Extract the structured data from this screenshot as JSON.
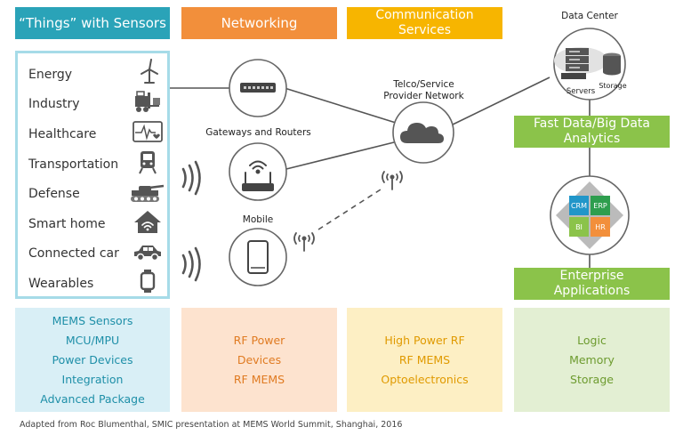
{
  "headers": {
    "things": "“Things” with Sensors",
    "networking": "Networking",
    "communication": "Communication Services",
    "fast_data": "Fast Data/Big Data Analytics",
    "enterprise": "Enterprise Applications"
  },
  "things": [
    {
      "label": "Energy",
      "icon": "wind-turbine-icon"
    },
    {
      "label": "Industry",
      "icon": "forklift-icon"
    },
    {
      "label": "Healthcare",
      "icon": "heart-monitor-icon"
    },
    {
      "label": "Transportation",
      "icon": "train-icon"
    },
    {
      "label": "Defense",
      "icon": "tank-icon"
    },
    {
      "label": "Smart home",
      "icon": "smart-home-icon"
    },
    {
      "label": "Connected car",
      "icon": "car-icon"
    },
    {
      "label": "Wearables",
      "icon": "smartwatch-icon"
    }
  ],
  "nodes": {
    "gateways": "Gateways and Routers",
    "mobile": "Mobile",
    "telco": "Telco/Service Provider Network",
    "data_center": "Data Center",
    "servers": "Servers",
    "storage": "Storage"
  },
  "apps": [
    "CRM",
    "ERP",
    "BI",
    "HR"
  ],
  "bottom": {
    "sensors": [
      "MEMS Sensors",
      "MCU/MPU",
      "Power Devices",
      "Integration",
      "Advanced Package"
    ],
    "networking": [
      "RF Power",
      "Devices",
      "RF MEMS"
    ],
    "communication": [
      "High Power RF",
      "RF MEMS",
      "Optoelectronics"
    ],
    "enterprise": [
      "Logic",
      "Memory",
      "Storage"
    ]
  },
  "caption": "Adapted from Roc Blumenthal, SMIC presentation at MEMS World Summit, Shanghai, 2016",
  "colors": {
    "teal": "#2aa3b8",
    "orange": "#f28f3b",
    "yellow": "#f7b500",
    "green": "#8bc34a",
    "crm": "#2196c9",
    "erp": "#2e9e4e",
    "bi": "#8bc34a",
    "hr": "#f28f3b"
  }
}
